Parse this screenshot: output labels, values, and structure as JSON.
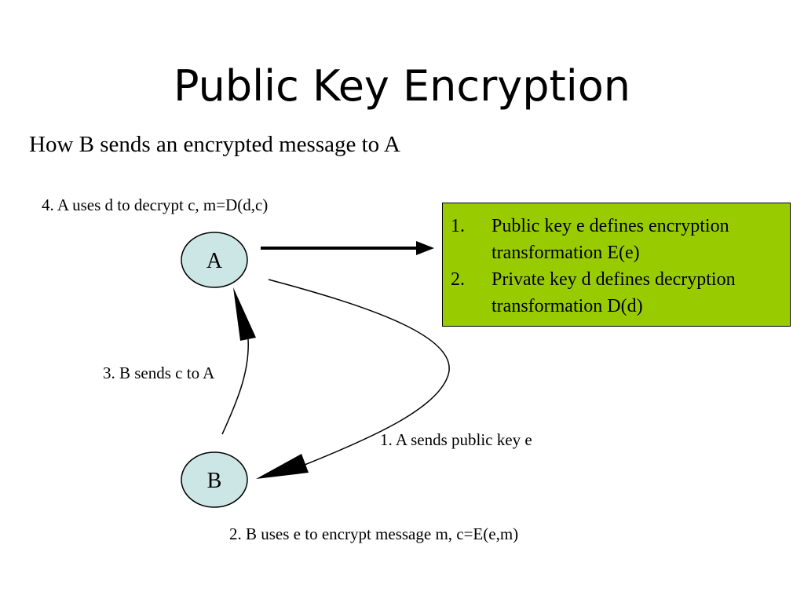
{
  "slide": {
    "title": "Public Key Encryption",
    "subtitle": "How B sends an encrypted message to A"
  },
  "nodes": {
    "a": {
      "label": "A",
      "fill": "#cce6e6"
    },
    "b": {
      "label": "B",
      "fill": "#cce6e6"
    }
  },
  "steps": {
    "step1": "1. A sends public key e",
    "step2": "2. B uses e to encrypt message m, c=E(e,m)",
    "step3": "3. B sends c to A",
    "step4": "4. A uses d to decrypt c, m=D(d,c)"
  },
  "infobox": {
    "background": "#99cc00",
    "items": [
      {
        "num": "1.",
        "line1": "Public key e defines encryption",
        "line2": "transformation E(e)"
      },
      {
        "num": "2.",
        "line1": "Private key d defines decryption",
        "line2": "transformation D(d)"
      }
    ]
  }
}
